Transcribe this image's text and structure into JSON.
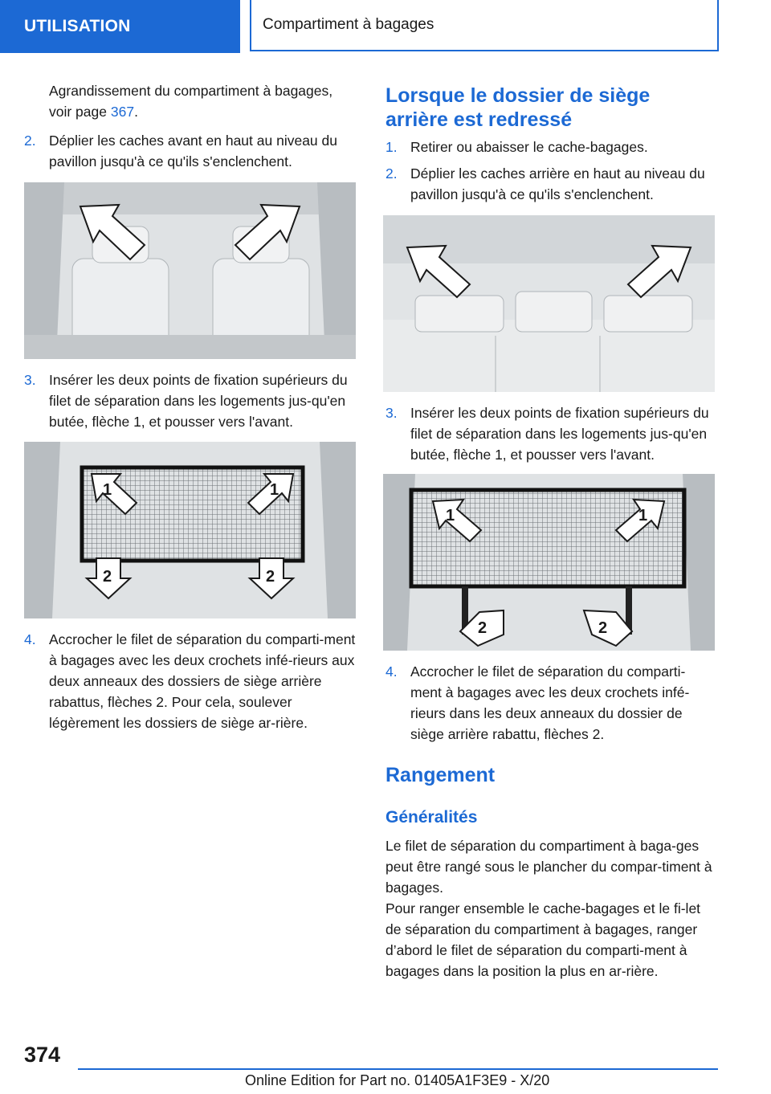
{
  "header": {
    "section": "UTILISATION",
    "chapter": "Compartiment à bagages"
  },
  "left": {
    "intro_line1": "Agrandissement du compartiment à bagages,",
    "intro_line2_prefix": "voir page ",
    "intro_link": "367",
    "intro_suffix": ".",
    "step2_num": "2.",
    "step2_text": "Déplier les caches avant en haut au niveau du pavillon jusqu'à ce qu'ils s'enclenchent.",
    "step3_num": "3.",
    "step3_text": "Insérer les deux points de fixation supérieurs du filet de séparation dans les logements jus-qu'en butée, flèche 1, et pousser vers l'avant.",
    "step4_num": "4.",
    "step4_text": "Accrocher le filet de séparation du comparti-ment à bagages avec les deux crochets infé-rieurs aux deux anneaux des dossiers de siège arrière rabattus, flèches 2. Pour cela, soulever légèrement les dossiers de siège ar-rière."
  },
  "right": {
    "heading": "Lorsque le dossier de siège arrière est redressé",
    "step1_num": "1.",
    "step1_text": "Retirer ou abaisser le cache-bagages.",
    "step2_num": "2.",
    "step2_text": "Déplier les caches arrière en haut au niveau du pavillon jusqu'à ce qu'ils s'enclenchent.",
    "step3_num": "3.",
    "step3_text": "Insérer les deux points de fixation supérieurs du filet de séparation dans les logements jus-qu'en butée, flèche 1, et pousser vers l'avant.",
    "step4_num": "4.",
    "step4_text": "Accrocher le filet de séparation du comparti-ment à bagages avec les deux crochets infé-rieurs dans les deux anneaux du dossier de siège arrière rabattu, flèches 2.",
    "section_heading": "Rangement",
    "sub_heading": "Généralités",
    "para1": "Le filet de séparation du compartiment à baga-ges peut être rangé sous le plancher du compar-timent à bagages.",
    "para2": "Pour ranger ensemble le cache-bagages et le fi-let de séparation du compartiment à bagages, ranger d’abord le filet de séparation du comparti-ment à bagages dans la position la plus en ar-rière."
  },
  "figure_labels": {
    "arrow1": "1",
    "arrow2": "2"
  },
  "footer": {
    "page_number": "374",
    "edition": "Online Edition for Part no. 01405A1F3E9 - X/20"
  },
  "colors": {
    "accent": "#1c69d4",
    "photo_bg": "#d9dde0"
  }
}
